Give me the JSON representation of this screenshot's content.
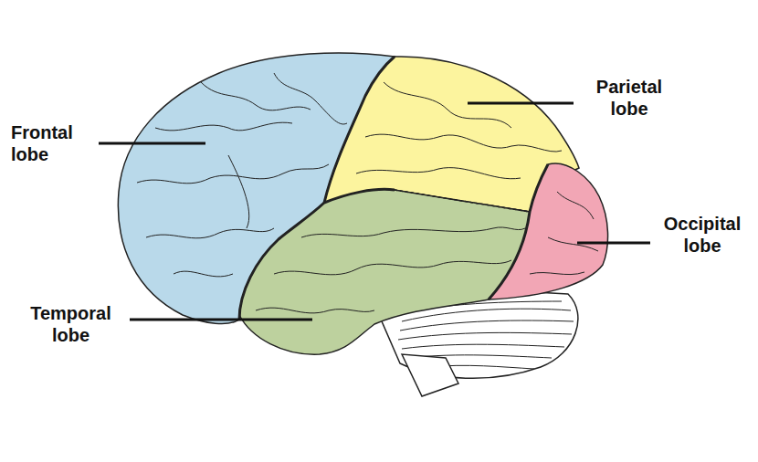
{
  "diagram": {
    "labels": [
      "Frontal lobe",
      "Parietal lobe",
      "Occipital lobe",
      "Temporal lobe"
    ]
  }
}
